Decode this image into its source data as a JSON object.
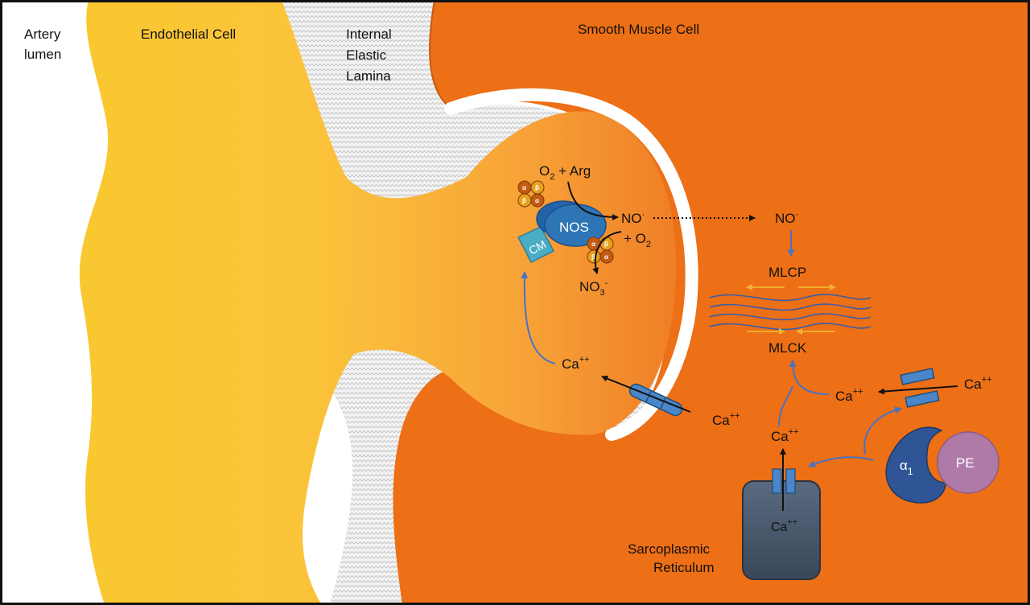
{
  "labels": {
    "artery_lumen_1": "Artery",
    "artery_lumen_2": "lumen",
    "endothelial": "Endothelial Cell",
    "iel_1": "Internal",
    "iel_2": "Elastic",
    "iel_3": "Lamina",
    "smooth_muscle": "Smooth Muscle Cell",
    "sarcoplasmic_1": "Sarcoplasmic",
    "sarcoplasmic_2": "Reticulum"
  },
  "reaction": {
    "substrate_o2": "O",
    "substrate_o2_sub": "2",
    "substrate_arg": " + Arg",
    "enzyme": "NOS",
    "calmodulin": "CM",
    "product_no": "NO",
    "product_no_sup": "·",
    "plus_o2": "+ O",
    "plus_o2_sub": "2",
    "nitrate": "NO",
    "nitrate_sub": "3",
    "nitrate_sup": "-",
    "subunit_alpha": "α",
    "subunit_beta": "β"
  },
  "smooth_muscle": {
    "no": "NO",
    "no_sup": "·",
    "mlcp": "MLCP",
    "mlck": "MLCK",
    "alpha1": "α",
    "alpha1_sub": "1",
    "pe": "PE"
  },
  "calcium": {
    "label": "Ca",
    "sup": "++"
  },
  "colors": {
    "endothelial": "#f9c72f",
    "smooth_muscle": "#ed6f16",
    "nos": "#2e75b6",
    "calmodulin": "#4bacc6",
    "receptor": "#2f5597",
    "pe": "#b07aa8",
    "sr": "#44546a",
    "arrow": "#4a72c4",
    "myofilament_arrows": "#f5b232"
  }
}
